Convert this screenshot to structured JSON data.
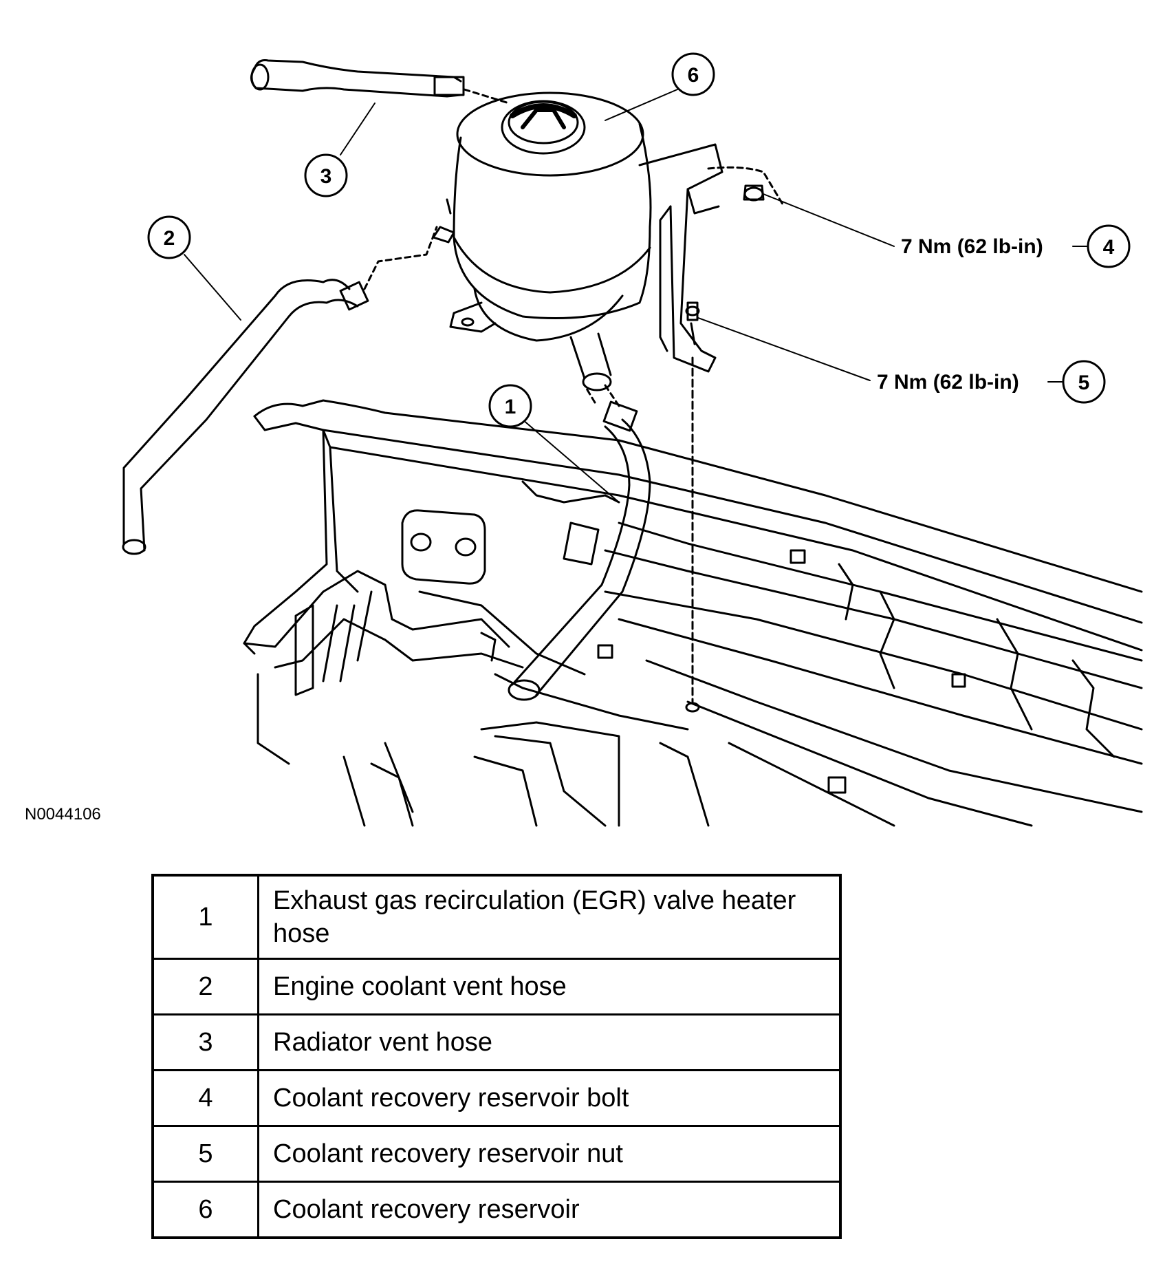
{
  "figure_id": "N0044106",
  "callouts": [
    {
      "num": "1"
    },
    {
      "num": "2"
    },
    {
      "num": "3"
    },
    {
      "num": "4",
      "torque": "7 Nm (62 lb-in)"
    },
    {
      "num": "5",
      "torque": "7 Nm (62 lb-in)"
    },
    {
      "num": "6"
    }
  ],
  "legend": [
    {
      "num": "1",
      "description": "Exhaust gas recirculation (EGR) valve heater hose"
    },
    {
      "num": "2",
      "description": "Engine coolant vent hose"
    },
    {
      "num": "3",
      "description": "Radiator vent hose"
    },
    {
      "num": "4",
      "description": "Coolant recovery reservoir bolt"
    },
    {
      "num": "5",
      "description": "Coolant recovery reservoir nut"
    },
    {
      "num": "6",
      "description": "Coolant recovery reservoir"
    }
  ]
}
